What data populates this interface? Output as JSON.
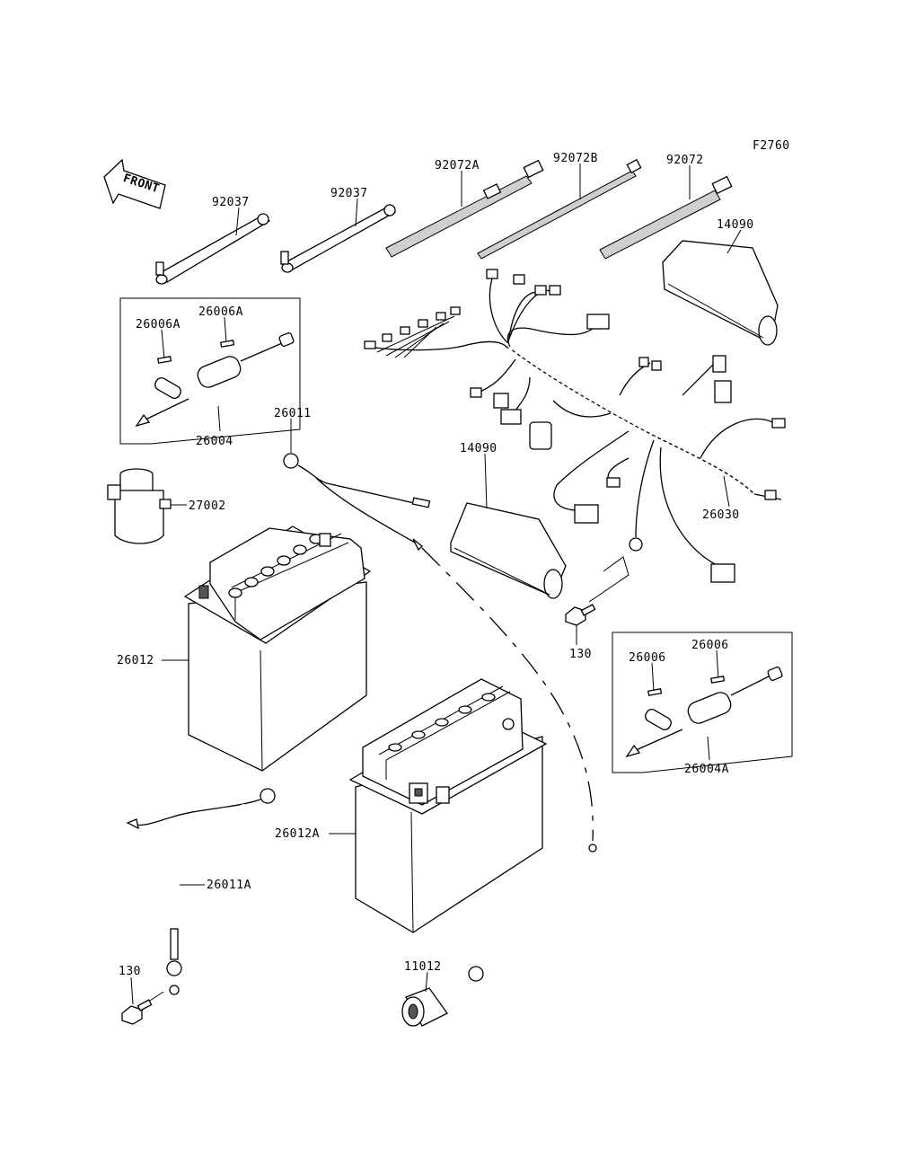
{
  "figure_code": "F2760",
  "front_label": "FRONT",
  "parts": {
    "p92037_a": "92037",
    "p92037_b": "92037",
    "p92072A": "92072A",
    "p92072B": "92072B",
    "p92072": "92072",
    "p14090_top": "14090",
    "p14090_mid": "14090",
    "p26006A_1": "26006A",
    "p26006A_2": "26006A",
    "p26004": "26004",
    "p26011": "26011",
    "p27002": "27002",
    "p26030": "26030",
    "p130_top": "130",
    "p26012": "26012",
    "p26006_1": "26006",
    "p26006_2": "26006",
    "p26004A": "26004A",
    "p26012A": "26012A",
    "p26011A": "26011A",
    "p130_bot": "130",
    "p11012": "11012"
  }
}
